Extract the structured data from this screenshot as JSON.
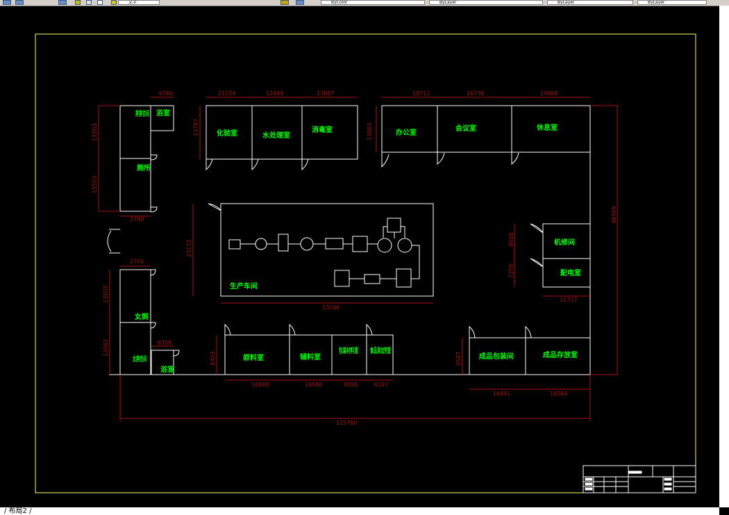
{
  "toolbar": {
    "layer_combo_1": "ByLayer",
    "layer_combo_2": "ByLayer",
    "layer_combo_3": "ByLayer",
    "color_combo": "ByColor",
    "text_1": "文字"
  },
  "colors": {
    "background": "#000000",
    "border": "#ffff66",
    "walls": "#ffffff",
    "labels": "#00ff00",
    "dimensions": "#aa1111"
  },
  "rooms": {
    "men_locker": "男换衣间",
    "bath": "浴室",
    "men_toilet": "厕所",
    "lab": "化验室",
    "water_room": "水处理室",
    "disinfect": "消毒室",
    "office": "办公室",
    "meeting": "会议室",
    "lounge": "休息室",
    "workshop": "生产车间",
    "mechanic": "机修间",
    "power": "配电室",
    "women_toilet": "女厕",
    "women_locker": "女换衣间",
    "bath2": "浴室",
    "raw_material": "原料室",
    "auxiliary": "辅料室",
    "packaging": "包装材料室",
    "additive": "食品添加剂室",
    "product_pack": "成品包装间",
    "product_store": "成品存放室"
  },
  "dims": {
    "d1": "6760",
    "d2": "11254",
    "d3": "12849",
    "d4": "13887",
    "d5": "19711",
    "d6": "16736",
    "d7": "19866",
    "d8": "15503",
    "d9": "15503",
    "d10": "13787",
    "d11": "13983",
    "d12": "2790",
    "d13": "2770",
    "d14": "23172",
    "d15": "53266",
    "d16": "48369",
    "d17": "8658",
    "d18": "7258",
    "d19": "11737",
    "d20": "13505",
    "d21": "13061",
    "d22": "6708",
    "d23": "8403",
    "d24": "16588",
    "d25": "10580",
    "d26": "8050",
    "d27": "6297",
    "d28": "9587",
    "d29": "16491",
    "d30": "16564",
    "d31": "115780"
  },
  "status": {
    "layout_tab": "/ 布局2 /"
  }
}
